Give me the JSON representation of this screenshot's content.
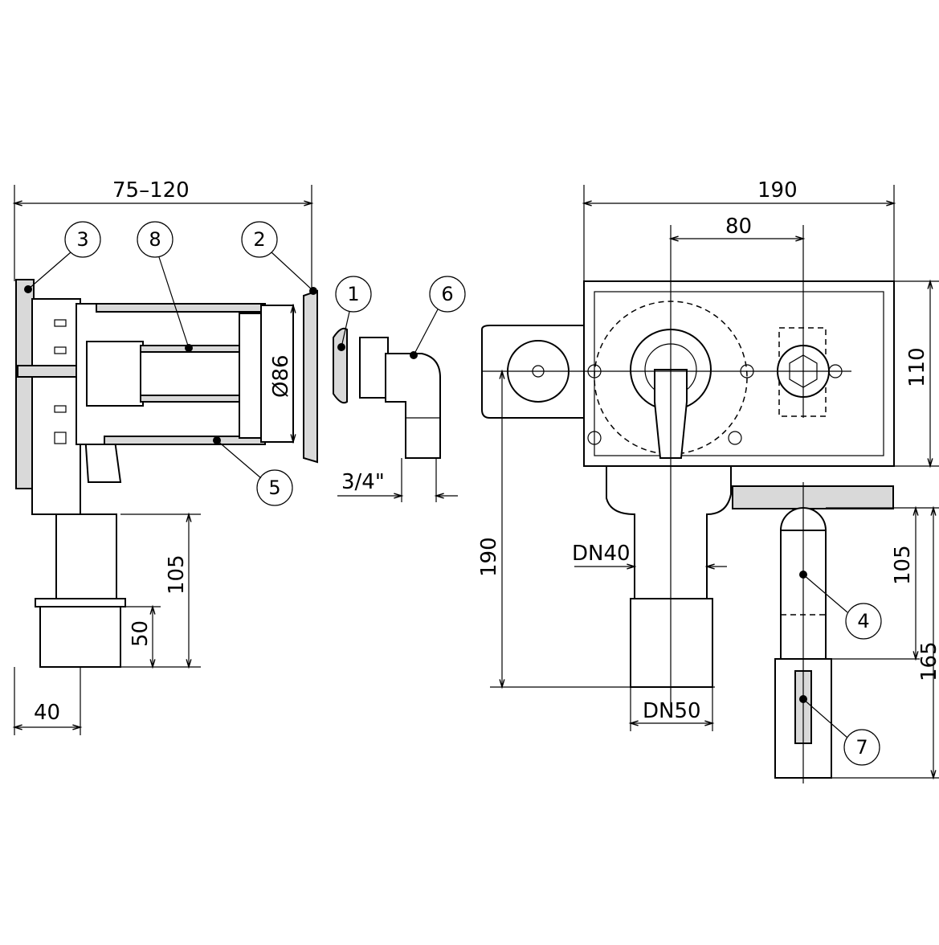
{
  "dimensions": {
    "left_width": "75–120",
    "diameter": "Ø86",
    "thread": "3/4\"",
    "left_height_105": "105",
    "left_height_50": "50",
    "left_offset_40": "40",
    "right_width": "190",
    "right_spacing": "80",
    "right_height_110": "110",
    "right_height_190": "190",
    "pipe_dn40": "DN40",
    "pipe_dn50": "DN50",
    "detail_105": "105",
    "detail_165": "165"
  },
  "callouts": [
    "1",
    "2",
    "3",
    "4",
    "5",
    "6",
    "7",
    "8"
  ]
}
